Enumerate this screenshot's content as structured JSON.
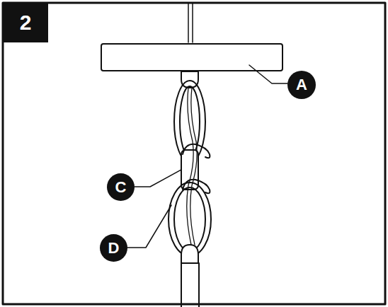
{
  "diagram": {
    "labels": [
      "2",
      "A",
      "C",
      "D"
    ]
  }
}
